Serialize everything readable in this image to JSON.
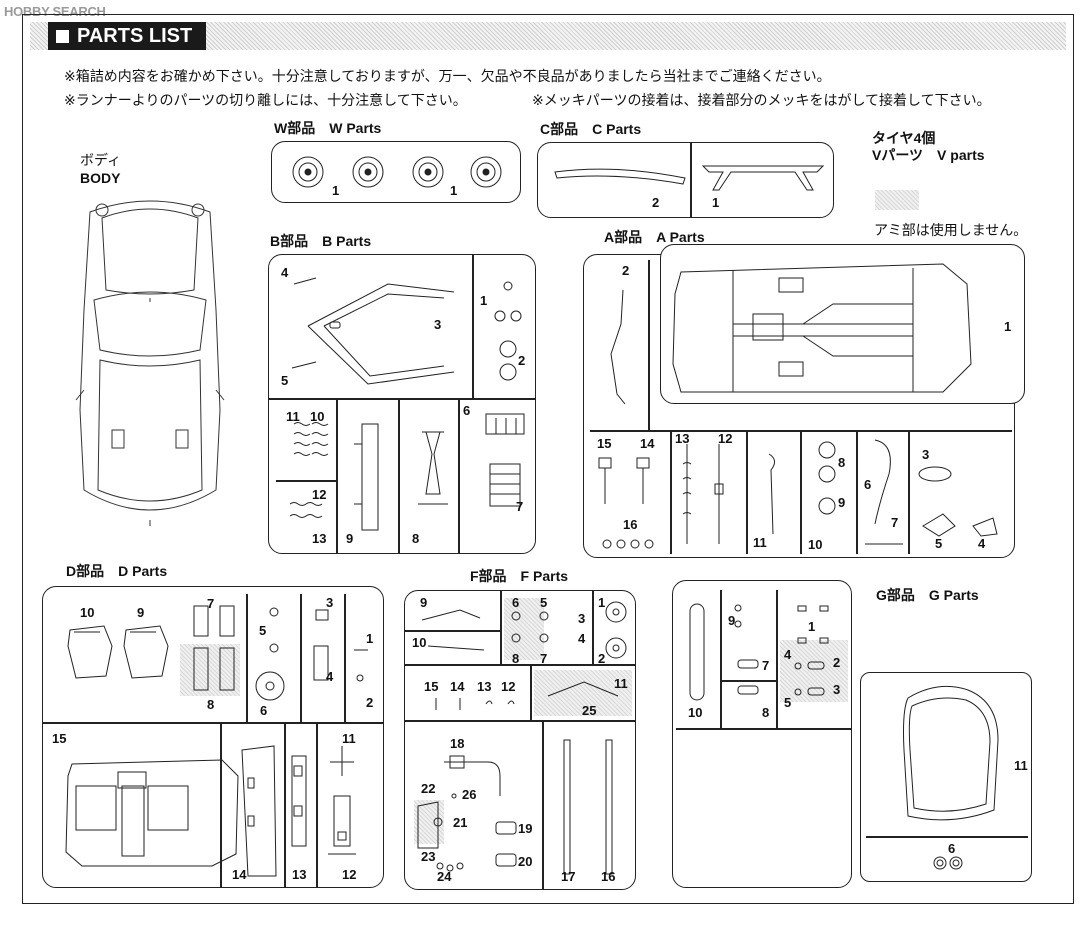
{
  "watermark": "HOBBY SEARCH",
  "header": {
    "title": "PARTS LIST"
  },
  "notes": [
    "※箱詰め内容をお確かめ下さい。十分注意しておりますが、万一、欠品や不良品がありましたら当社までご連絡ください。",
    "※ランナーよりのパーツの切り離しには、十分注意して下さい。",
    "※メッキパーツの接着は、接着部分のメッキをはがして接着して下さい。"
  ],
  "body": {
    "label_jp": "ボディ",
    "label_en": "BODY"
  },
  "w_parts": {
    "label": "W部品　W Parts",
    "numbers": [
      "1",
      "1"
    ]
  },
  "c_parts": {
    "label": "C部品　C Parts",
    "numbers": [
      "2",
      "1"
    ]
  },
  "v_parts": {
    "line1": "タイヤ4個",
    "line2": "Vパーツ　V parts",
    "note": "アミ部は使用しません。"
  },
  "b_parts": {
    "label": "B部品　B Parts",
    "numbers": [
      "4",
      "5",
      "3",
      "1",
      "2",
      "11",
      "10",
      "12",
      "13",
      "9",
      "8",
      "6",
      "7"
    ]
  },
  "a_parts": {
    "label": "A部品　A Parts",
    "numbers": [
      "2",
      "1",
      "15",
      "14",
      "16",
      "13",
      "12",
      "11",
      "8",
      "9",
      "10",
      "6",
      "7",
      "3",
      "5",
      "4"
    ]
  },
  "d_parts": {
    "label": "D部品　D Parts",
    "numbers": [
      "10",
      "9",
      "7",
      "8",
      "5",
      "6",
      "3",
      "4",
      "1",
      "2",
      "15",
      "14",
      "13",
      "11",
      "12"
    ]
  },
  "f_parts": {
    "label": "F部品　F Parts",
    "numbers": [
      "9",
      "10",
      "6",
      "5",
      "3",
      "4",
      "8",
      "7",
      "1",
      "2",
      "15",
      "14",
      "13",
      "12",
      "11",
      "25",
      "18",
      "22",
      "26",
      "21",
      "23",
      "24",
      "19",
      "20",
      "17",
      "16"
    ]
  },
  "g_parts": {
    "label": "G部品　G Parts",
    "numbers": [
      "10",
      "9",
      "7",
      "8",
      "1",
      "4",
      "2",
      "3",
      "5",
      "11",
      "6"
    ]
  }
}
